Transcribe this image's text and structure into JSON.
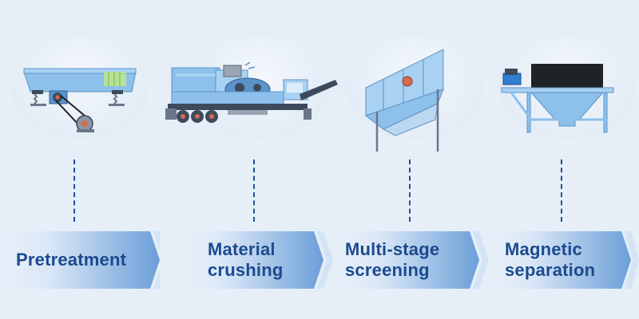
{
  "stages": [
    {
      "label_line1": "Pretreatment",
      "label_line2": ""
    },
    {
      "label_line1": "Material",
      "label_line2": "crushing"
    },
    {
      "label_line1": "Multi-stage",
      "label_line2": "screening"
    },
    {
      "label_line1": "Magnetic",
      "label_line2": "separation"
    }
  ],
  "colors": {
    "background": "#e6eef8",
    "label_text": "#1c4a8f",
    "arrow_start": "#cfe0f4",
    "arrow_end": "#6b9fd8",
    "machine_blue": "#8dc0ea",
    "machine_dark": "#3d4a5c"
  },
  "icons": [
    "vibrating-feeder-icon",
    "mobile-crusher-icon",
    "vibrating-screen-icon",
    "magnetic-separator-icon"
  ]
}
